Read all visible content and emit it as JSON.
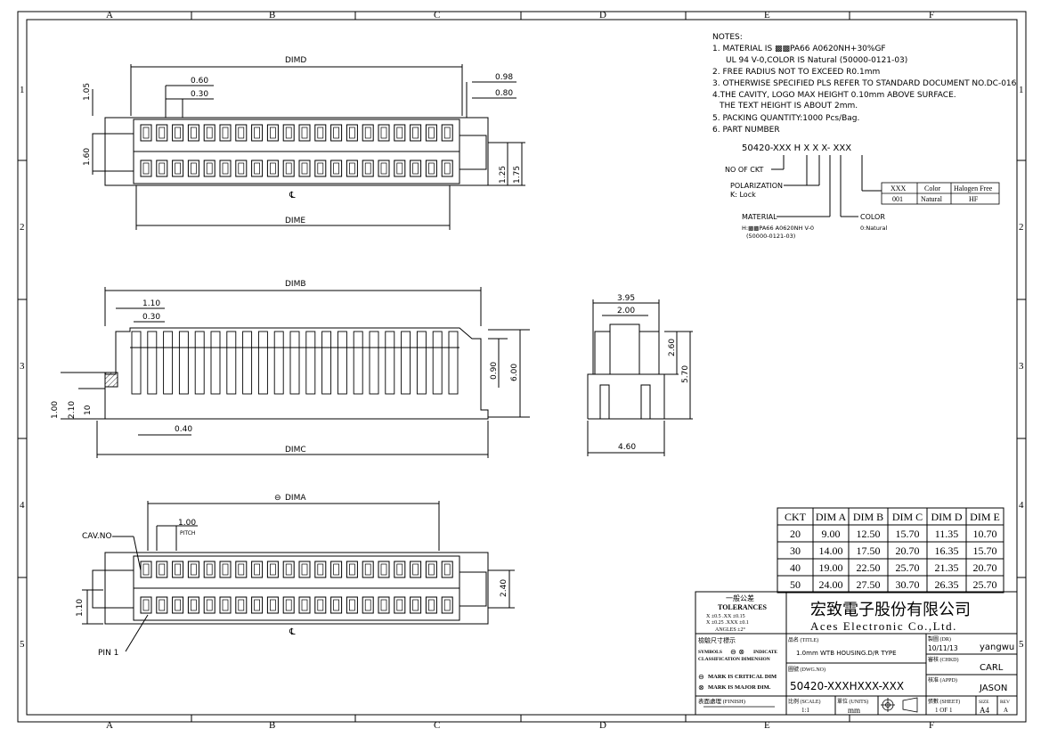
{
  "frame": {
    "columns": [
      "A",
      "B",
      "C",
      "D",
      "E",
      "F"
    ],
    "rows": [
      "1",
      "2",
      "3",
      "4",
      "5"
    ]
  },
  "notes": {
    "heading": "NOTES:",
    "lines": [
      "1. MATERIAL IS ▩▩PA66 A0620NH+30%GF",
      "UL 94 V-0,COLOR IS Natural (50000-0121-03)",
      "2. FREE RADIUS NOT TO EXCEED R0.1mm",
      "3. OTHERWISE SPECIFIED PLS REFER TO STANDARD DOCUMENT NO.DC-016",
      "4.THE CAVITY, LOGO MAX HEIGHT 0.10mm ABOVE SURFACE.",
      "THE TEXT HEIGHT IS ABOUT 2mm.",
      "5. PACKING QUANTITY:1000 Pcs/Bag.",
      "6. PART NUMBER"
    ]
  },
  "part_number": {
    "pattern": "50420-XXX H X X X- XXX",
    "no_of_ckt": "NO OF CKT",
    "polarization": "POLARIZATION",
    "polarization_k": "K: Lock",
    "material": "MATERIAL",
    "material_h": "H:▩▩PA66 A0620NH V-0",
    "material_code": "(50000-0121-03)",
    "color": "COLOR",
    "color_0": "0:Natural",
    "suffix_table": {
      "headers": [
        "XXX",
        "Color",
        "Halogen Free"
      ],
      "row": [
        "001",
        "Natural",
        "HF"
      ]
    }
  },
  "dims": {
    "top_view": {
      "dimd": "DIMD",
      "dime": "DIME",
      "d060": "0.60",
      "d030": "0.30",
      "d105": "1.05",
      "d160": "1.60",
      "d098": "0.98",
      "d080": "0.80",
      "d125": "1.25",
      "d175": "1.75"
    },
    "side_view": {
      "dimb": "DIMB",
      "dimc": "DIMC",
      "d110": "1.10",
      "d030": "0.30",
      "d090": "0.90",
      "d600": "6.00",
      "d100": "1.00",
      "d210": "2.10",
      "d10": "10",
      "d040": "0.40"
    },
    "end_view": {
      "d395": "3.95",
      "d200": "2.00",
      "d260": "2.60",
      "d570": "5.70",
      "d460": "4.60"
    },
    "bottom_view": {
      "dima": "DIMA",
      "pitch": "1.00",
      "pitch_label": "PITCH",
      "cav_no": "CAV.NO",
      "pin1": "PIN 1",
      "d240": "2.40",
      "d110": "1.10"
    }
  },
  "dim_table": {
    "headers": [
      "CKT",
      "DIM A",
      "DIM B",
      "DIM C",
      "DIM D",
      "DIM E"
    ],
    "rows": [
      [
        "20",
        "9.00",
        "12.50",
        "15.70",
        "11.35",
        "10.70"
      ],
      [
        "30",
        "14.00",
        "17.50",
        "20.70",
        "16.35",
        "15.70"
      ],
      [
        "40",
        "19.00",
        "22.50",
        "25.70",
        "21.35",
        "20.70"
      ],
      [
        "50",
        "24.00",
        "27.50",
        "30.70",
        "26.35",
        "25.70"
      ]
    ]
  },
  "title_block": {
    "tol_cn": "一般公差",
    "tol_en": "TOLERANCES",
    "tol_l1": "X ±0.5  .XX ±0.15",
    "tol_l2": "X ±0.25 .XXX ±0.1",
    "tol_l3": "ANGLES  ±2°",
    "company_cn": "宏致電子股份有限公司",
    "company_en": "Aces Electronic Co.,Ltd.",
    "check_cn": "檢驗尺寸標示",
    "symbols": "SYMBOLS",
    "indicate": "INDICATE",
    "classification": "CLASSIFICATION DIMENSION",
    "critical": "MARK IS CRITICAL DIM",
    "major": "MARK IS MAJOR DIM.",
    "finish_label": "表面處理 (FINISH)",
    "title_label": "品名 (TITLE)",
    "title_value": "1.0mm WTB HOUSING.D/R TYPE",
    "dwg_label": "圖號 (DWG.NO)",
    "dwg_value": "50420-XXXHXXX-XXX",
    "scale_label": "比例 (SCALE)",
    "scale_value": "1:1",
    "units_label": "單位 (UNITS)",
    "units_value": "mm",
    "dr_label": "製圖 (DR)",
    "dr_date": "10/11/13",
    "dr_name": "yangwu",
    "chkd_label": "審核 (CHKD)",
    "chkd_name": "CARL",
    "appd_label": "核准 (APPD)",
    "appd_name": "JASON",
    "sheet_label": "張數 (SHEET)",
    "sheet_value": "1 OF 1",
    "size_label": "SIZE",
    "size_value": "A4",
    "rev_label": "REV",
    "rev_value": "A"
  }
}
